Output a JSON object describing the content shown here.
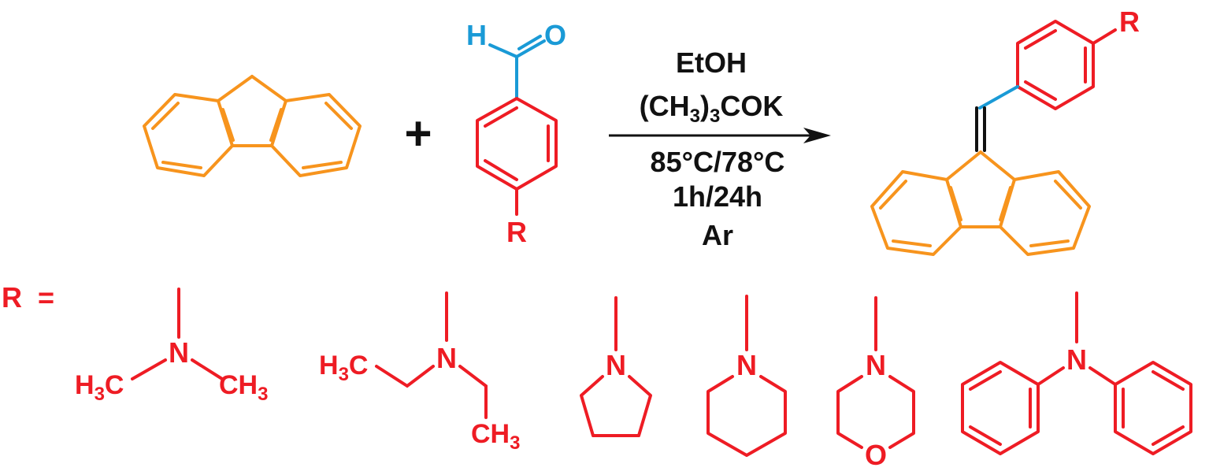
{
  "colors": {
    "fluorene": "#f7941d",
    "aldehyde_ring": "#ee1c24",
    "carbonyl": "#1a9ad6",
    "text": "#111111",
    "background": "#ffffff"
  },
  "plus_sign": "+",
  "aldehyde": {
    "h_label": "H",
    "o_label": "O",
    "r_label": "R"
  },
  "conditions": {
    "solvent": "EtOH",
    "base_open": "(CH",
    "base_sub": "3",
    "base_close": ")",
    "base_sub2": "3",
    "base_tail": "COK",
    "temperature": "85°C/78°C",
    "time": "1h/24h",
    "atmosphere": "Ar"
  },
  "product": {
    "r_label": "R"
  },
  "substituents": {
    "r_equals": "R  =",
    "dimethylamino": {
      "n": "N",
      "left_group": "H",
      "left_sub": "3",
      "left_tail": "C",
      "right_group": "CH",
      "right_sub": "3"
    },
    "diethylamino": {
      "n": "N",
      "left_group": "H",
      "left_sub": "3",
      "left_tail": "C",
      "lower_group": "CH",
      "lower_sub": "3"
    },
    "pyrrolidino": {
      "n": "N"
    },
    "piperidino": {
      "n": "N"
    },
    "morpholino": {
      "n": "N",
      "o": "O"
    },
    "diphenylamino": {
      "n": "N"
    }
  }
}
